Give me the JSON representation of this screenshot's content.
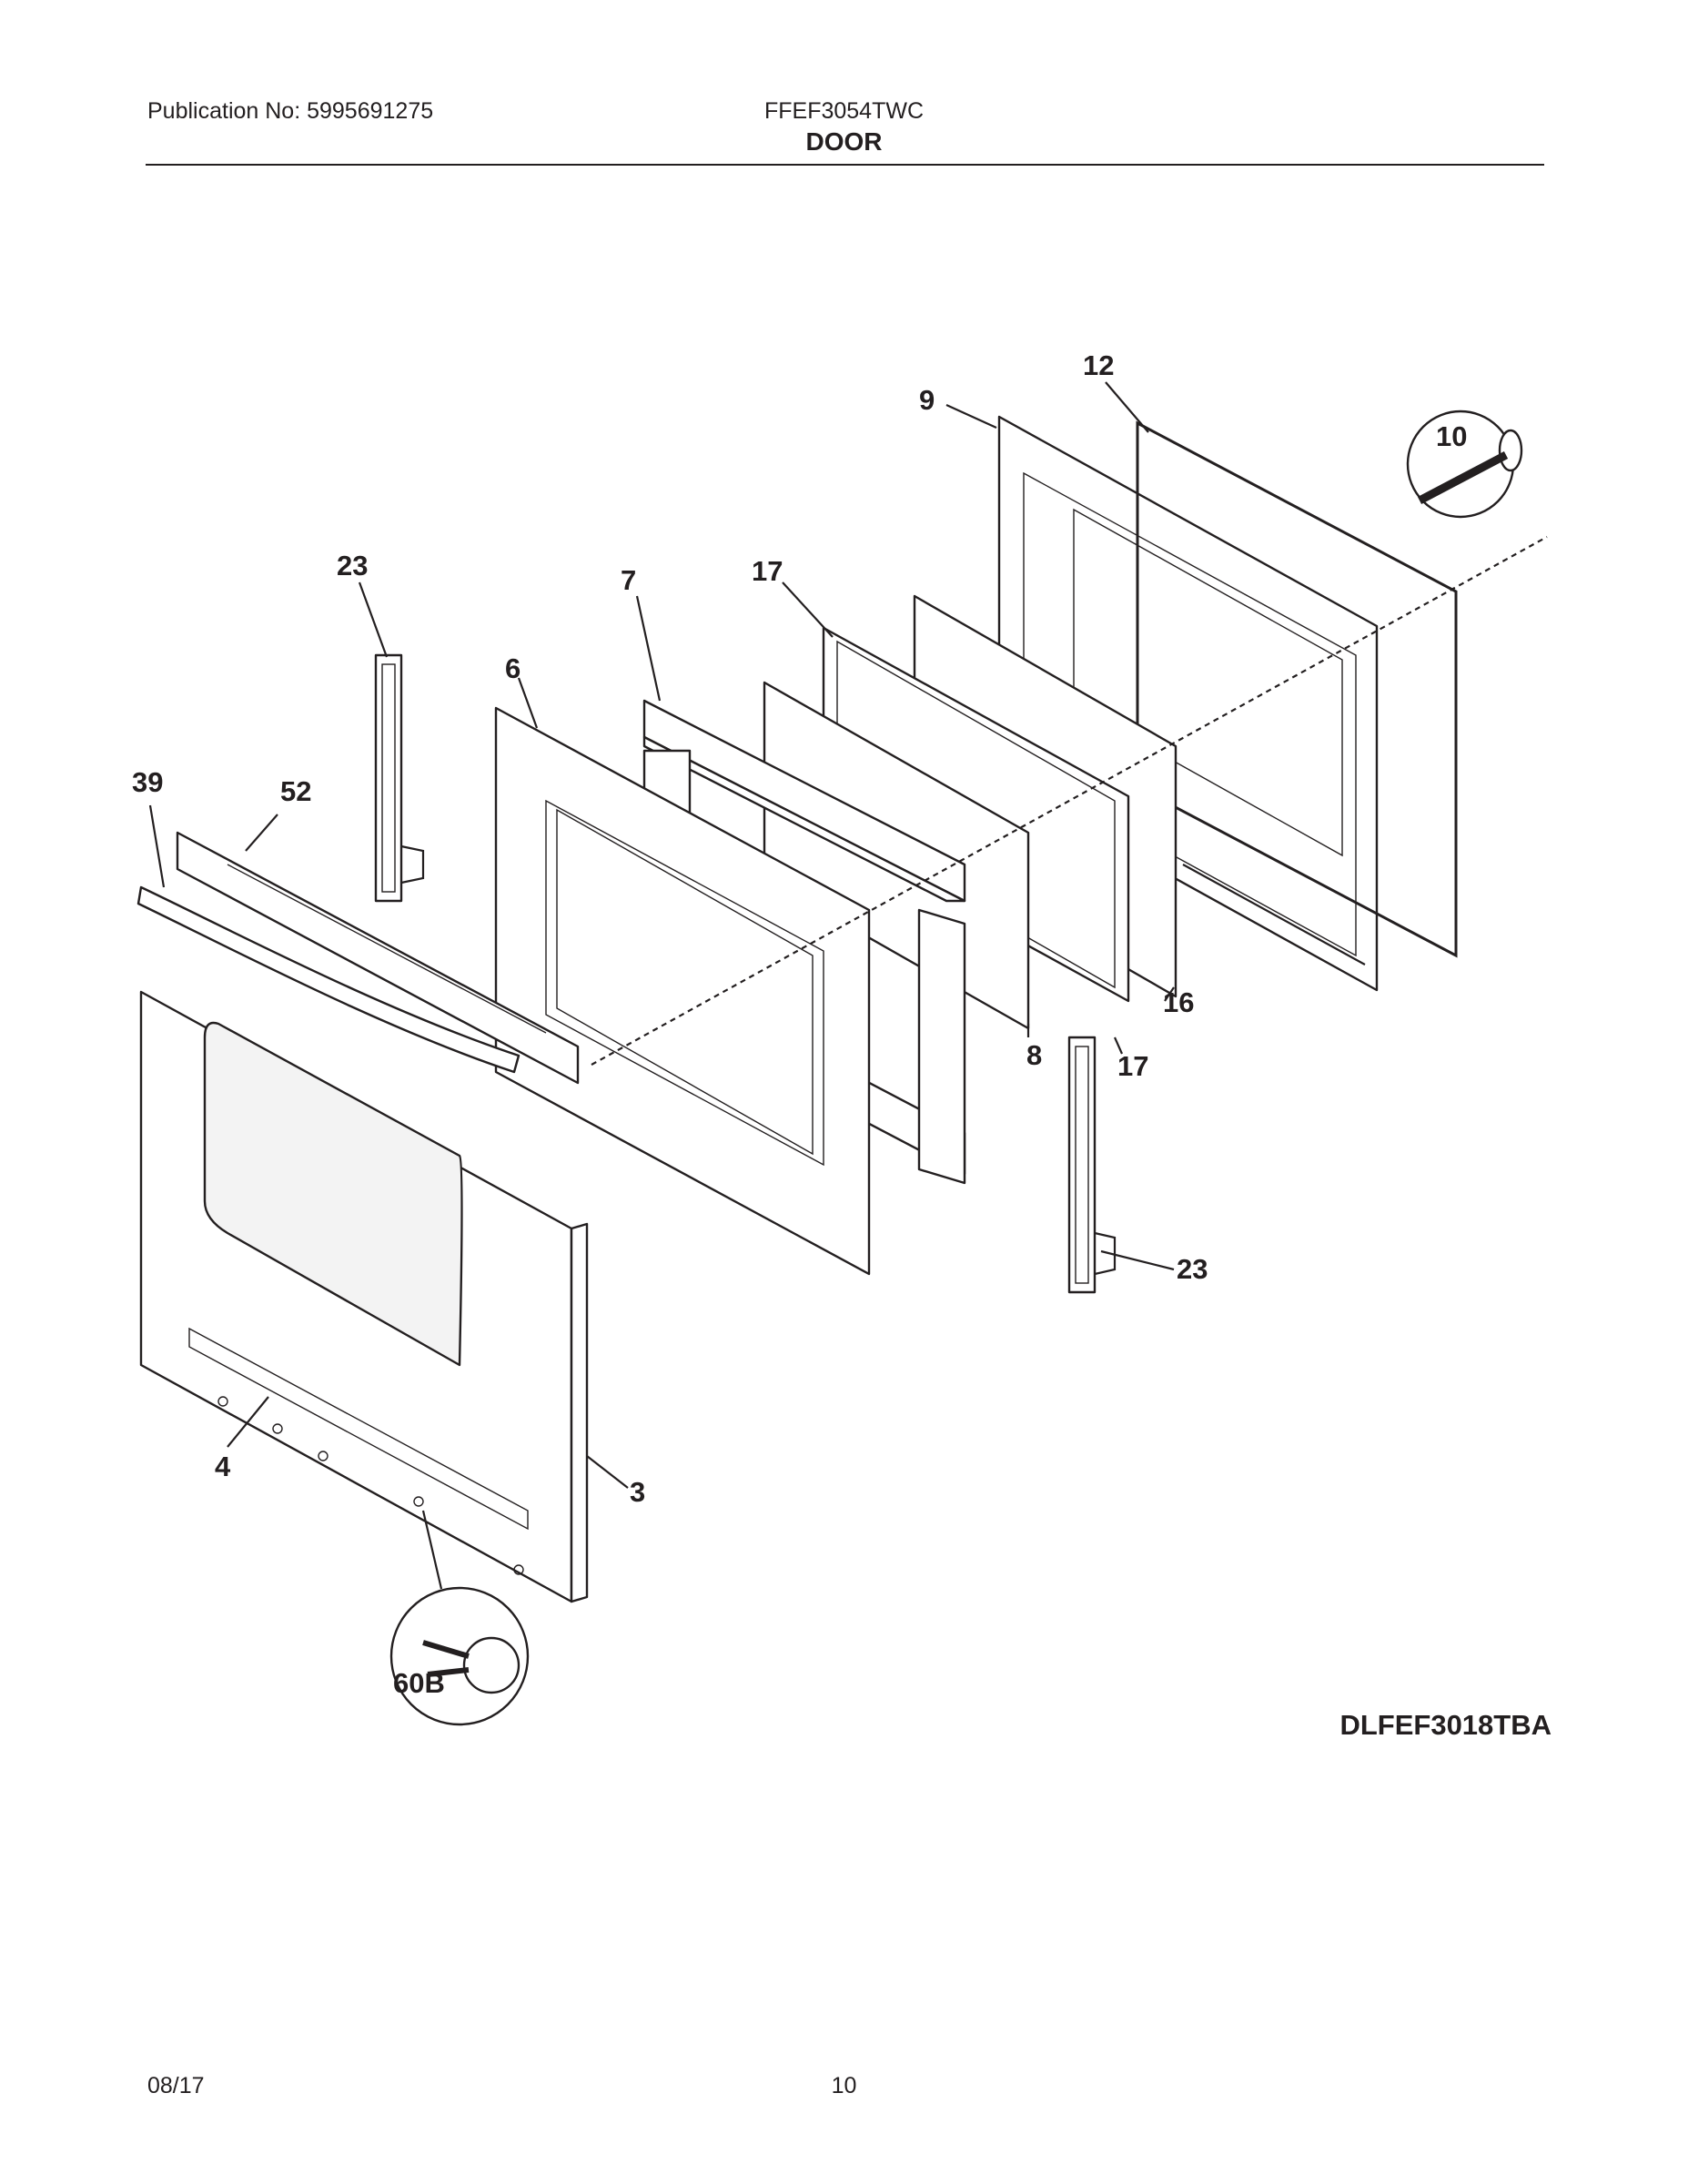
{
  "header": {
    "publication": "Publication No: 5995691275",
    "model": "FFEF3054TWC",
    "section": "DOOR"
  },
  "diagram": {
    "callouts": {
      "c12": "12",
      "c9": "9",
      "c10": "10",
      "c23a": "23",
      "c7": "7",
      "c17a": "17",
      "c6": "6",
      "c39": "39",
      "c52": "52",
      "c16": "16",
      "c17b": "17",
      "c8": "8",
      "c23b": "23",
      "c4": "4",
      "c3": "3",
      "c60b": "60B"
    },
    "code": "DLFEF3018TBA"
  },
  "footer": {
    "date": "08/17",
    "page": "10"
  }
}
